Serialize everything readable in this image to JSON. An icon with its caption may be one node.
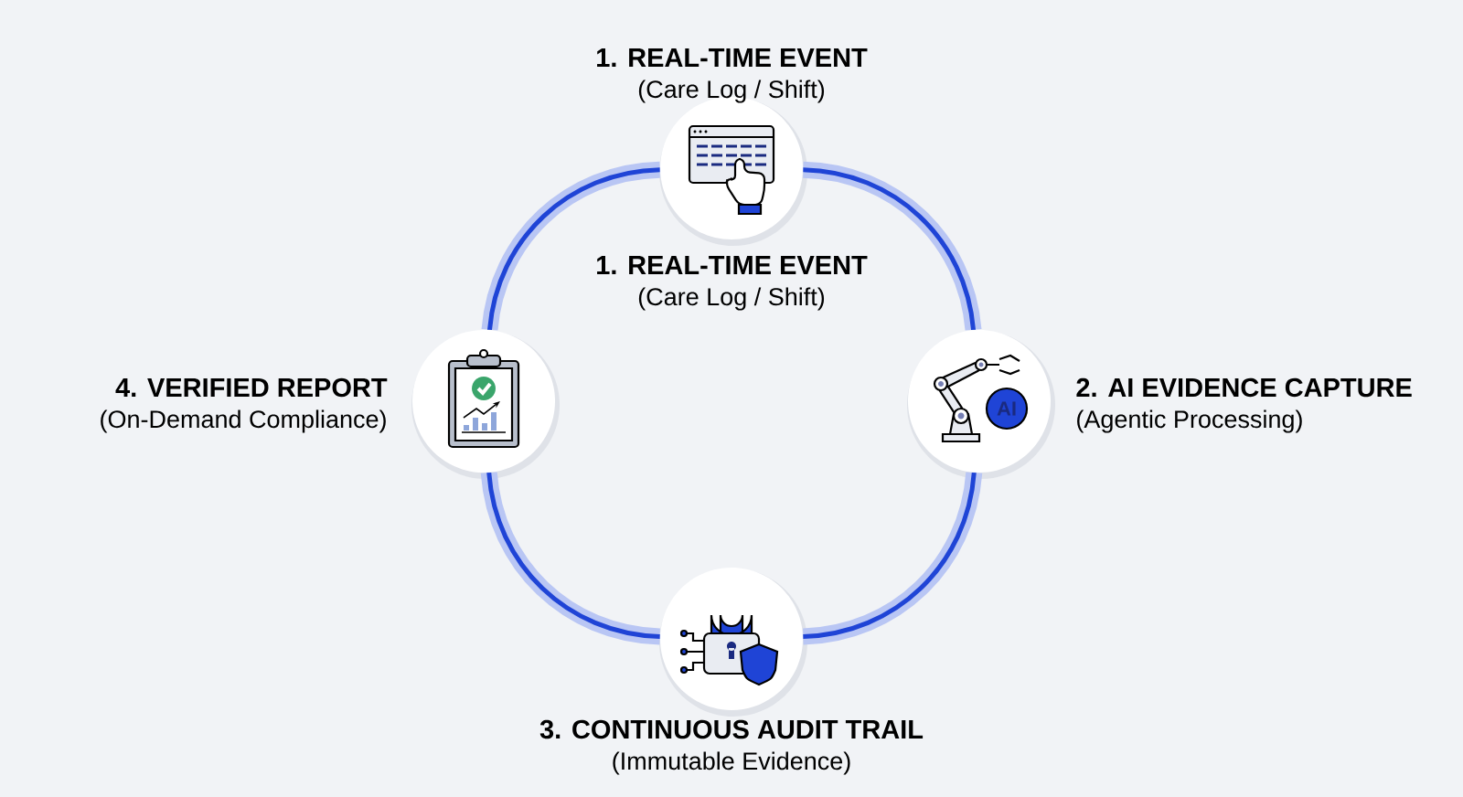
{
  "diagram": {
    "nodes": [
      {
        "text": [
          "1. REAL-TIME EVENT",
          "(Care Log / Shift)"
        ]
      },
      {
        "text": [
          "2. AI EVIDENCE CAPTURE",
          "(Agentic Processing)"
        ]
      },
      {
        "text": [
          "3. CONTINUOUS AUDIT TRAIL",
          "(Immutable Evidence)"
        ]
      },
      {
        "text": [
          "4. VERIFIED REPORT",
          "(On-Demand Compliance)"
        ]
      }
    ],
    "edges": [
      {
        "from": 0,
        "to": 1,
        "arrow": "none"
      },
      {
        "from": 1,
        "to": 2,
        "arrow": "none"
      },
      {
        "from": 2,
        "to": 3,
        "arrow": "none"
      },
      {
        "from": 3,
        "to": 0,
        "arrow": "none"
      }
    ],
    "labels": [
      "1. REAL-TIME EVENT",
      "(Care Log / Shift)",
      "AI"
    ]
  }
}
